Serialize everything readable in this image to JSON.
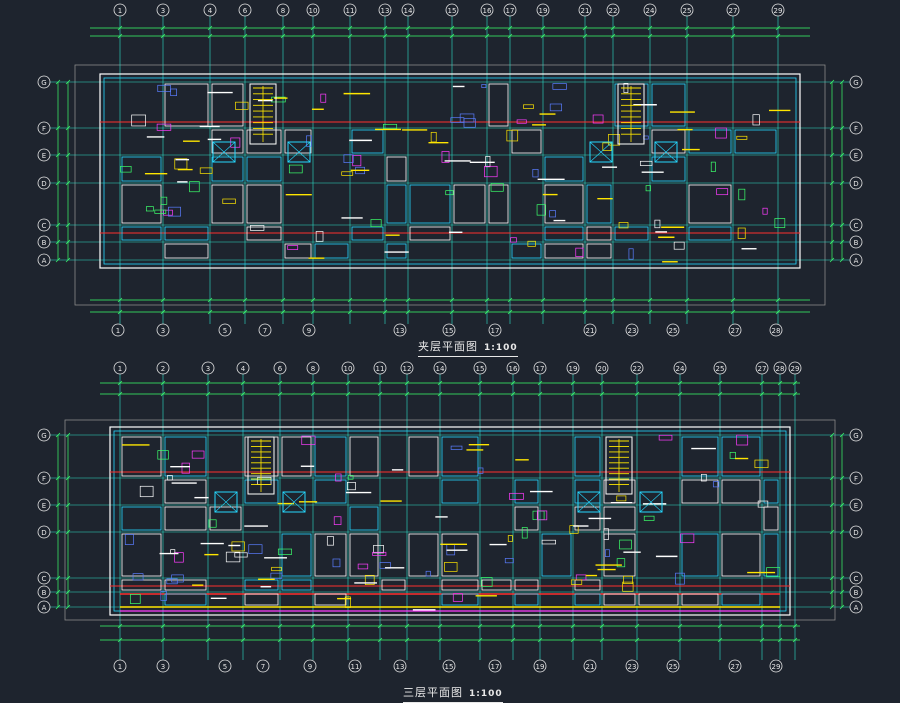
{
  "plans": [
    {
      "title": "夹层平面图",
      "scale": "1:100",
      "top_axis_labels": [
        "1",
        "3",
        "4",
        "6",
        "8",
        "10",
        "11",
        "13",
        "14",
        "15",
        "16",
        "17",
        "19",
        "21",
        "22",
        "24",
        "25",
        "27",
        "29"
      ],
      "bottom_axis_labels": [
        "1",
        "3",
        "5",
        "7",
        "9",
        "13",
        "15",
        "17",
        "21",
        "23",
        "25",
        "27",
        "28"
      ],
      "row_axis_labels": [
        "G",
        "F",
        "E",
        "D",
        "C",
        "B",
        "A"
      ]
    },
    {
      "title": "三层平面图",
      "scale": "1:100",
      "top_axis_labels": [
        "1",
        "2",
        "3",
        "4",
        "6",
        "8",
        "10",
        "11",
        "12",
        "14",
        "15",
        "16",
        "17",
        "19",
        "20",
        "22",
        "24",
        "25",
        "27",
        "28",
        "29"
      ],
      "bottom_axis_labels": [
        "1",
        "3",
        "5",
        "7",
        "9",
        "11",
        "13",
        "15",
        "17",
        "19",
        "21",
        "23",
        "25",
        "27",
        "29"
      ],
      "row_axis_labels": [
        "G",
        "F",
        "E",
        "D",
        "C",
        "B",
        "A"
      ]
    }
  ],
  "colors": {
    "background": "#1e242e",
    "axis": "#2de0c8",
    "wall": "#ffffff",
    "wall_secondary": "#25d8ff",
    "dimension": "#3bff6a",
    "hatch_red": "#ff2f2f",
    "stair_yellow": "#ffe600",
    "magenta": "#ff3cff",
    "blue": "#5a7dff",
    "border": "#8a8a8a"
  }
}
